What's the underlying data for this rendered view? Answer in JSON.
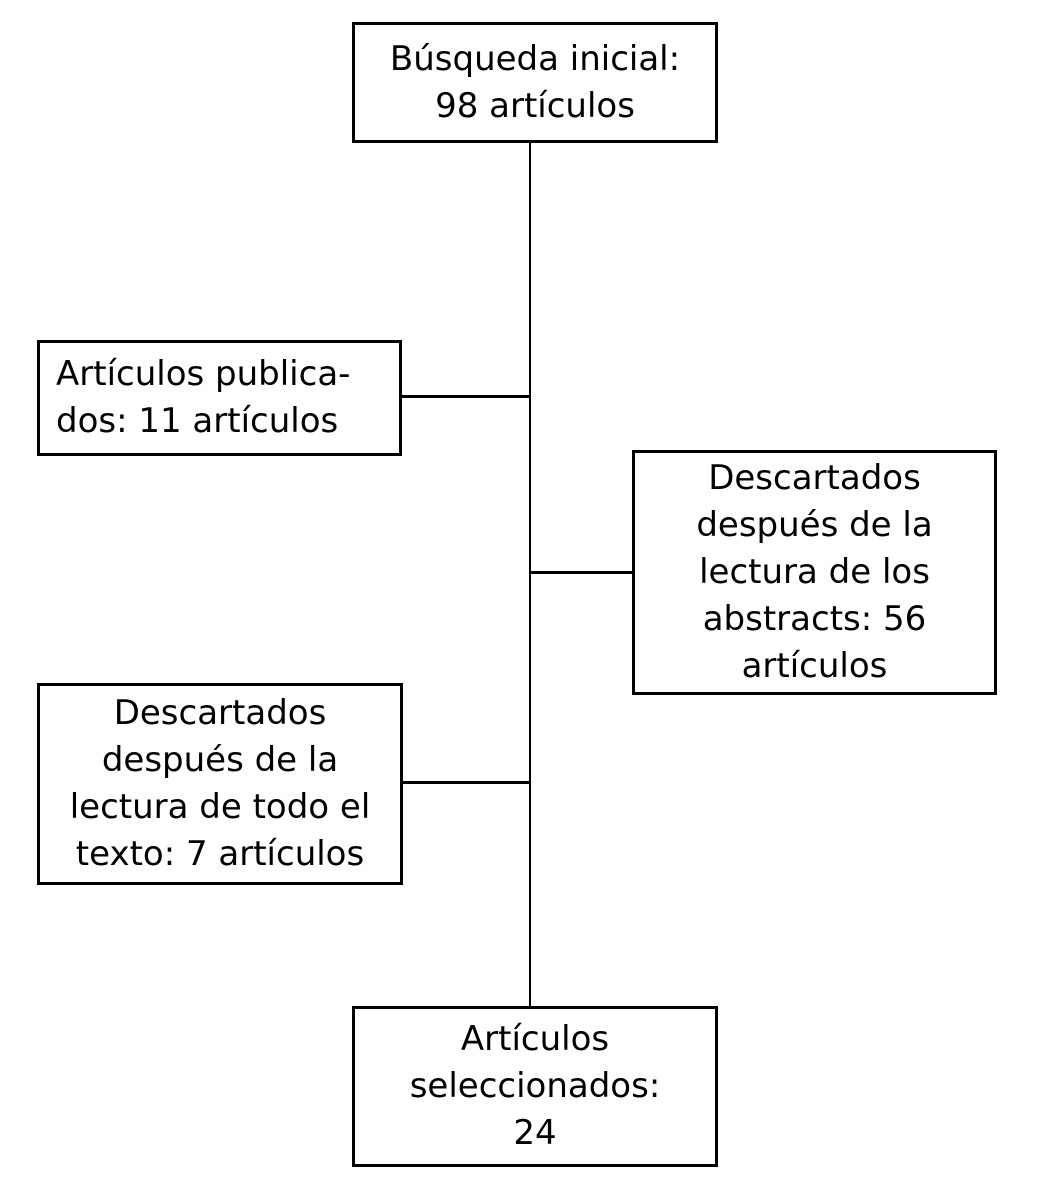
{
  "diagram": {
    "type": "flowchart",
    "language": "es",
    "colors": {
      "background": "#ffffff",
      "line": "#000000",
      "text": "#000000",
      "box_fill": "#ffffff"
    },
    "boxes": {
      "initial": {
        "text": "Búsqueda inicial:\n98 artículos",
        "count": 98
      },
      "published": {
        "text": "Artículos publica-\ndos: 11 artículos",
        "count": 11
      },
      "discarded_abstracts": {
        "text": "Descartados\ndespués de la\nlectura de los\nabstracts: 56\nartículos",
        "count": 56
      },
      "discarded_fulltext": {
        "text": "Descartados\ndespués de la\nlectura de todo el\ntexto: 7 artículos",
        "count": 7
      },
      "selected": {
        "text": "Artículos\nseleccionados:\n24",
        "count": 24
      }
    }
  }
}
